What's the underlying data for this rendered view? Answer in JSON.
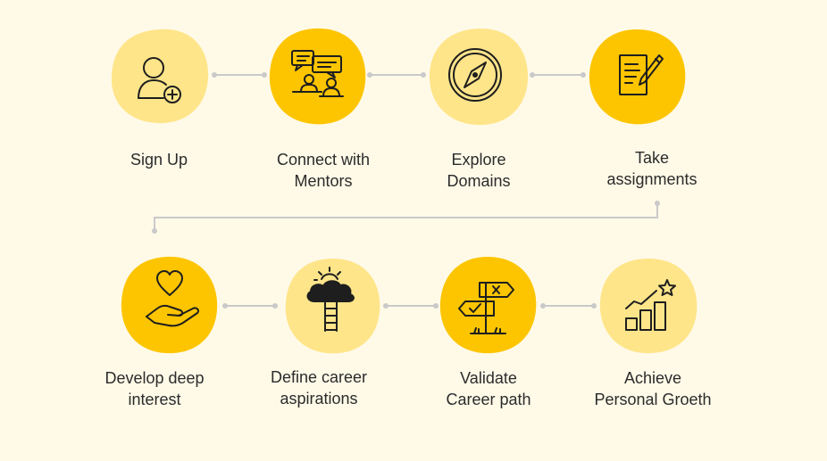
{
  "colors": {
    "background": "#fffae8",
    "blob_dark": "#fdc500",
    "blob_light": "#ffe58a",
    "connector": "#c9c9c9",
    "icon_stroke": "#1e1e1e"
  },
  "steps": [
    {
      "icon": "user-plus-icon",
      "blob": "light",
      "line1": "Sign Up",
      "line2": ""
    },
    {
      "icon": "mentors-chat-icon",
      "blob": "dark",
      "line1": "Connect with",
      "line2": "Mentors"
    },
    {
      "icon": "compass-icon",
      "blob": "light",
      "line1": "Explore",
      "line2": "Domains"
    },
    {
      "icon": "assignment-icon",
      "blob": "dark",
      "line1": "Take",
      "line2": "assignments"
    },
    {
      "icon": "heart-hand-icon",
      "blob": "dark",
      "line1": "Develop deep",
      "line2": "interest"
    },
    {
      "icon": "cloud-ladder-icon",
      "blob": "light",
      "line1": "Define career",
      "line2": "aspirations"
    },
    {
      "icon": "signpost-icon",
      "blob": "dark",
      "line1": "Validate",
      "line2": "Career path"
    },
    {
      "icon": "growth-chart-icon",
      "blob": "light",
      "line1": "Achieve",
      "line2": "Personal Groeth"
    }
  ]
}
